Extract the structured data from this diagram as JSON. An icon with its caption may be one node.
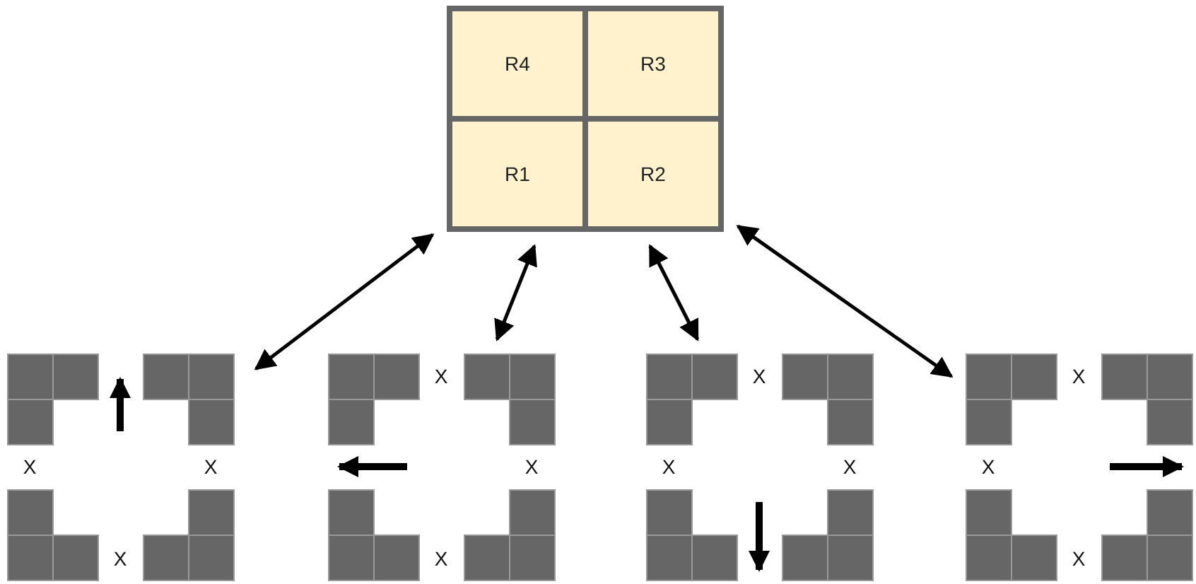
{
  "diagram": {
    "nodes": [
      {
        "text": [],
        "shape": "box"
      },
      {
        "text": [
          "R4"
        ],
        "in": 0
      },
      {
        "text": [
          "R3"
        ],
        "in": 0
      },
      {
        "text": [
          "R1"
        ],
        "in": 0
      },
      {
        "text": [
          "R2"
        ],
        "in": 0
      },
      {
        "text": [
          "X",
          "X",
          "X"
        ]
      },
      {
        "text": [
          "X",
          "X",
          "X"
        ]
      },
      {
        "text": [
          "X",
          "X",
          "X"
        ]
      },
      {
        "text": [
          "X",
          "X",
          "X"
        ]
      }
    ],
    "edges": [
      {
        "from": 0,
        "to": 5,
        "arrow": "both"
      },
      {
        "from": 0,
        "to": 6,
        "arrow": "both"
      },
      {
        "from": 0,
        "to": 7,
        "arrow": "both"
      },
      {
        "from": 0,
        "to": 8,
        "arrow": "both"
      }
    ]
  }
}
